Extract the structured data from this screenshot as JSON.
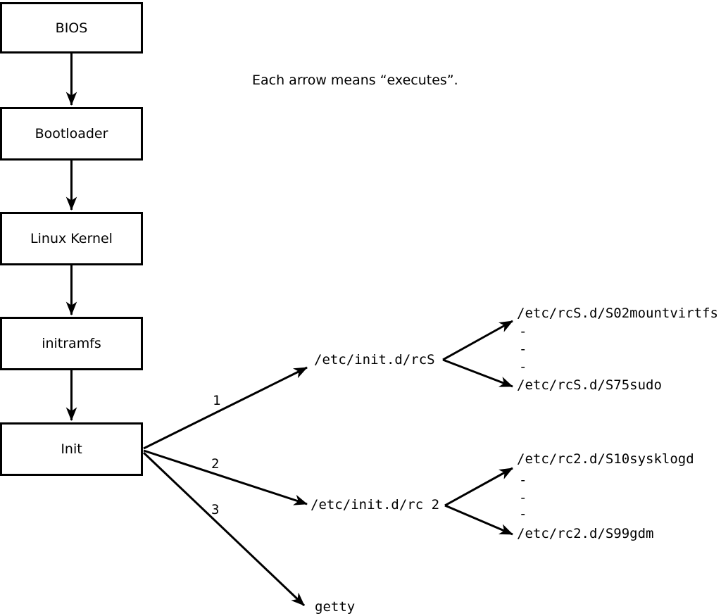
{
  "diagram": {
    "note": "Each arrow means “executes”.",
    "boot_chain": [
      {
        "label": "BIOS"
      },
      {
        "label": "Bootloader"
      },
      {
        "label": "Linux Kernel"
      },
      {
        "label": "initramfs"
      },
      {
        "label": "Init"
      }
    ],
    "init_targets": [
      {
        "order": "1",
        "label": "/etc/init.d/rcS"
      },
      {
        "order": "2",
        "label": "/etc/init.d/rc 2"
      },
      {
        "order": "3",
        "label": "getty"
      }
    ],
    "rcS_scripts": {
      "first": "/etc/rcS.d/S02mountvirtfs",
      "ellipsis": [
        "-",
        "-",
        "-"
      ],
      "last": "/etc/rcS.d/S75sudo"
    },
    "rc2_scripts": {
      "first": "/etc/rc2.d/S10sysklogd",
      "ellipsis": [
        "-",
        "-",
        "-"
      ],
      "last": "/etc/rc2.d/S99gdm"
    }
  }
}
